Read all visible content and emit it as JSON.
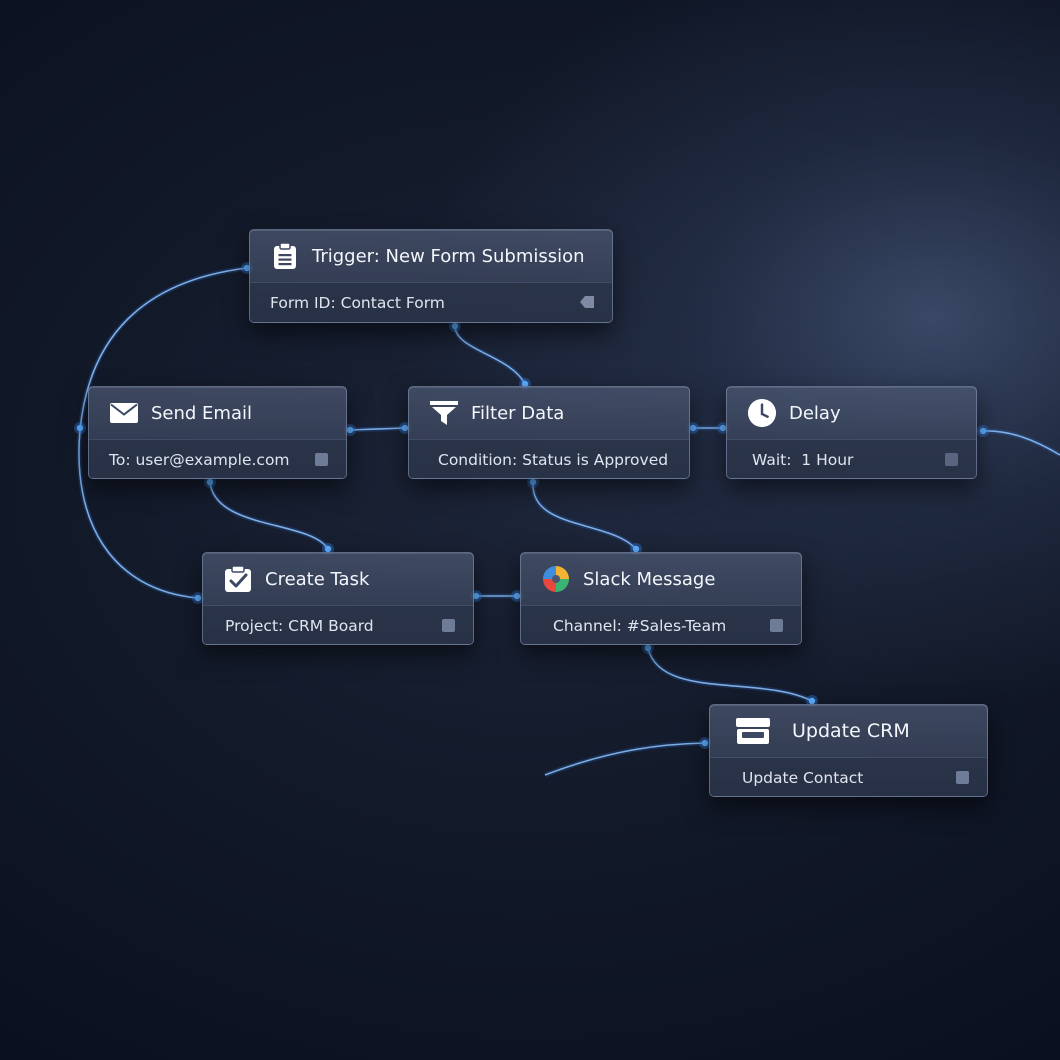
{
  "nodes": {
    "trigger": {
      "title": "Trigger: New Form Submission",
      "detail": "Form ID: Contact Form",
      "icon": "clipboard-icon"
    },
    "send_email": {
      "title": "Send Email",
      "detail": "To: user@example.com",
      "icon": "envelope-icon"
    },
    "filter": {
      "title": "Filter Data",
      "detail": "Condition: Status is Approved",
      "icon": "funnel-icon"
    },
    "delay": {
      "title": "Delay",
      "detail": "Wait:  1 Hour",
      "icon": "clock-icon"
    },
    "create_task": {
      "title": "Create Task",
      "detail": "Project: CRM Board",
      "icon": "task-check-icon"
    },
    "slack": {
      "title": "Slack Message",
      "detail": "Channel: #Sales-Team",
      "icon": "slack-icon"
    },
    "update_crm": {
      "title": "Update CRM",
      "detail": "Update Contact",
      "icon": "crm-box-icon"
    }
  },
  "colors": {
    "wire": "#8fc3ff",
    "port": "#5fb0ff",
    "node_bg": "#3c4864",
    "accent_slack": [
      "#e8493f",
      "#f3b431",
      "#3cb371",
      "#3f8fe0"
    ]
  }
}
